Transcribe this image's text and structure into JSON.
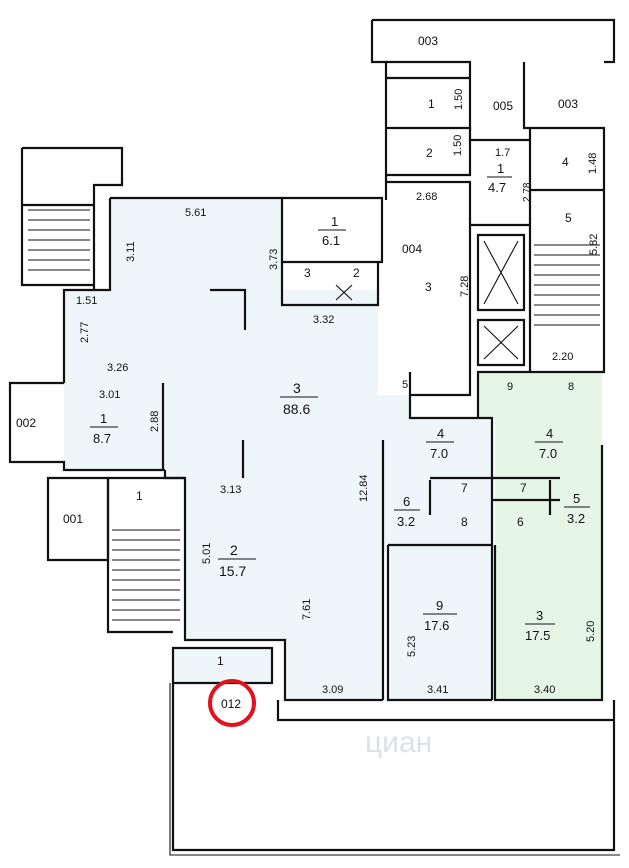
{
  "colors": {
    "blue_fill": "#eef6fa",
    "green_fill": "#e6f6e6",
    "marker": "#e0141e",
    "wall": "#111111"
  },
  "rooms": {
    "r003_top": "003",
    "r1_top": "1",
    "r1_top_dim": "1.50",
    "r005": "005",
    "r003_right": "003",
    "r2_top": "2",
    "r2_top_dim": "1.50",
    "r17": "1.7",
    "r1_47_num": "1",
    "r1_47_area": "4.7",
    "r278": "2.78",
    "r4_top": "4",
    "r148": "1.48",
    "r268": "2.68",
    "r5_stair": "5",
    "r582": "5.82",
    "r561": "5.61",
    "r1_61_num": "1",
    "r1_61_area": "6.1",
    "r373": "3.73",
    "r3_wc": "3",
    "r2_wc": "2",
    "r004": "004",
    "r3_corr": "3",
    "r728": "7.28",
    "r332": "3.32",
    "r311": "3.11",
    "r151": "1.51",
    "r277": "2.77",
    "r326": "3.26",
    "r301": "3.01",
    "r002": "002",
    "r1_87_num": "1",
    "r1_87_area": "8.7",
    "r288": "2.88",
    "r3_main_num": "3",
    "r3_main_area": "88.6",
    "r220": "2.20",
    "r5_small": "5",
    "r9_green": "9",
    "r8_green": "8",
    "r4_70a_num": "4",
    "r4_70a_area": "7.0",
    "r4_70b_num": "4",
    "r4_70b_area": "7.0",
    "r1284": "12.84",
    "r313": "3.13",
    "r1_stair": "1",
    "r001": "001",
    "r6_32_num": "6",
    "r6_32_area": "3.2",
    "r7a": "7",
    "r8a": "8",
    "r7b": "7",
    "r6b": "6",
    "r5_32_num": "5",
    "r5_32_area": "3.2",
    "r501": "5.01",
    "r2_157_num": "2",
    "r2_157_area": "15.7",
    "r761": "7.61",
    "r9_176_num": "9",
    "r9_176_area": "17.6",
    "r523": "5.23",
    "r3_175_num": "3",
    "r3_175_area": "17.5",
    "r520": "5.20",
    "r1_bottom": "1",
    "r309": "3.09",
    "r341": "3.41",
    "r340": "3.40",
    "r012": "012"
  },
  "watermark": "циан"
}
